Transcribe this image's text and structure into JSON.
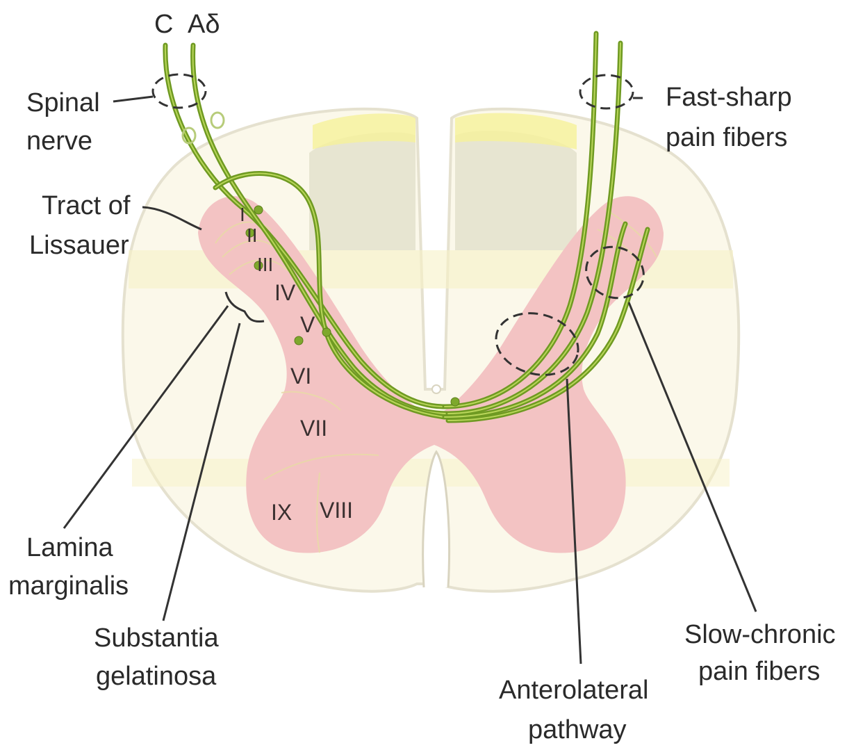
{
  "fibers": {
    "c_label": "C",
    "adelta_label": "Aδ"
  },
  "labels": {
    "spinal_nerve": [
      "Spinal",
      "nerve"
    ],
    "tract_of_lissauer": [
      "Tract of",
      "Lissauer"
    ],
    "lamina_marginalis": [
      "Lamina",
      "marginalis"
    ],
    "substantia_gelatinosa": [
      "Substantia",
      "gelatinosa"
    ],
    "fast_sharp": [
      "Fast-sharp",
      "pain fibers"
    ],
    "slow_chronic": [
      "Slow-chronic",
      "pain fibers"
    ],
    "anterolateral": [
      "Anterolateral",
      "pathway"
    ]
  },
  "laminae": {
    "I": "I",
    "II": "II",
    "III": "III",
    "IV": "IV",
    "V": "V",
    "VI": "VI",
    "VII": "VII",
    "VIII": "VIII",
    "IX": "IX"
  },
  "colors": {
    "cord": "#fbf8ea",
    "white_matter_tint": "#f7f2c6",
    "gray_matter": "#f3c3c3",
    "dorsal_column": "#e3e2cc",
    "fiber": "#6f9a22"
  }
}
